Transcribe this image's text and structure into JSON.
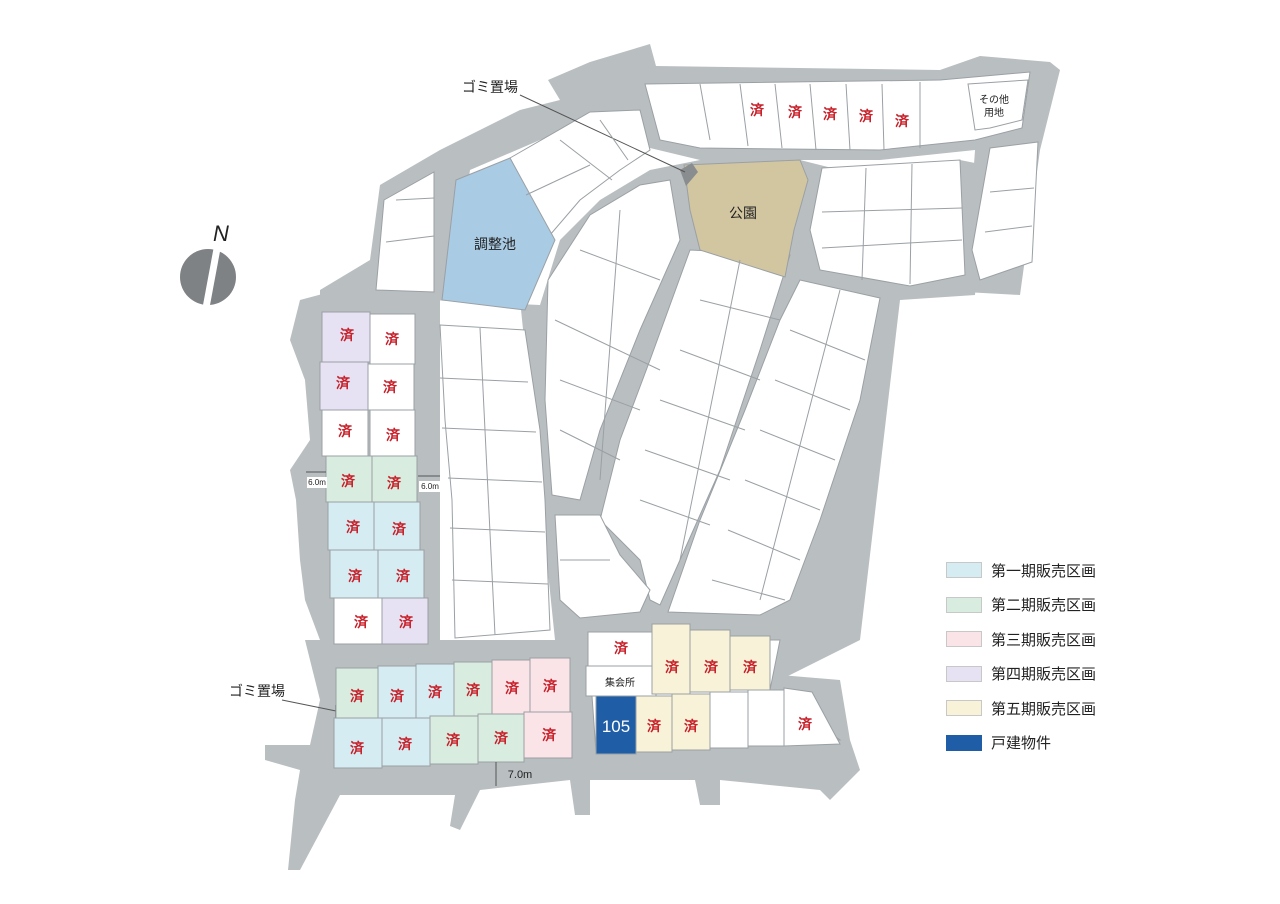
{
  "map": {
    "north": "N",
    "sold_mark": "済",
    "pond_label": "調整池",
    "park_label": "公園",
    "garbage_label": "ゴミ置場",
    "other_use_label_1": "その他",
    "other_use_label_2": "用地",
    "meeting_hall_label": "集会所",
    "featured_lot": "105",
    "road_width_small": "6.0m",
    "road_width_main": "7.0m"
  },
  "colors": {
    "road": "#b9bec1",
    "lot": "#ffffff",
    "lot_border": "#9aa0a4",
    "pond": "#a9cbe4",
    "park": "#d2c6a1",
    "garbage": "#8a8d90",
    "sold_text": "#c8202a",
    "featured": "#1f5ea6"
  },
  "legend": [
    {
      "label": "第一期販売区画",
      "color": "#d6ecf3"
    },
    {
      "label": "第二期販売区画",
      "color": "#d8ede0"
    },
    {
      "label": "第三期販売区画",
      "color": "#fbe4e8"
    },
    {
      "label": "第四期販売区画",
      "color": "#e6e2f3"
    },
    {
      "label": "第五期販売区画",
      "color": "#f8f2d8"
    },
    {
      "label": "戸建物件",
      "color": "#1f5ea6"
    }
  ]
}
